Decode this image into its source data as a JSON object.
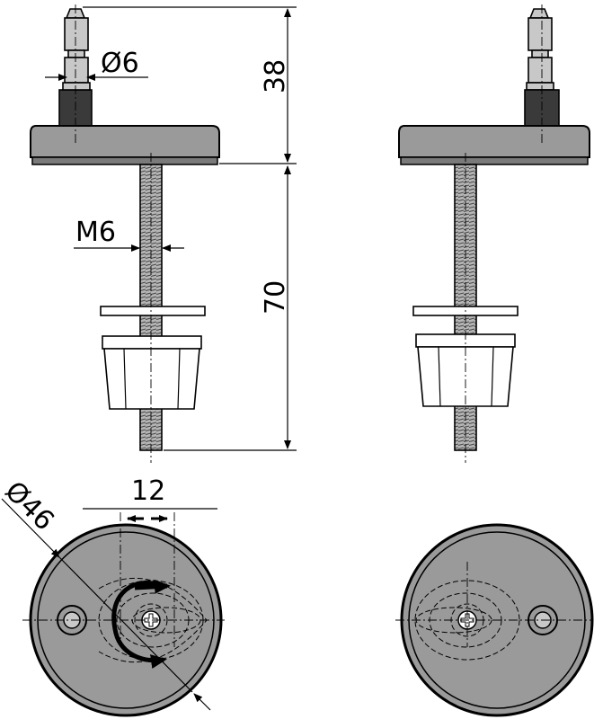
{
  "dimensions": {
    "pin_diameter": "Ø6",
    "pin_height": "38",
    "thread": "M6",
    "bolt_length": "70",
    "slot_travel": "12",
    "base_diameter": "Ø46"
  },
  "colors": {
    "body": "#9a9a9a",
    "nut": "#c8c8c8",
    "collar": "#3a3a3a",
    "line": "#000000"
  }
}
